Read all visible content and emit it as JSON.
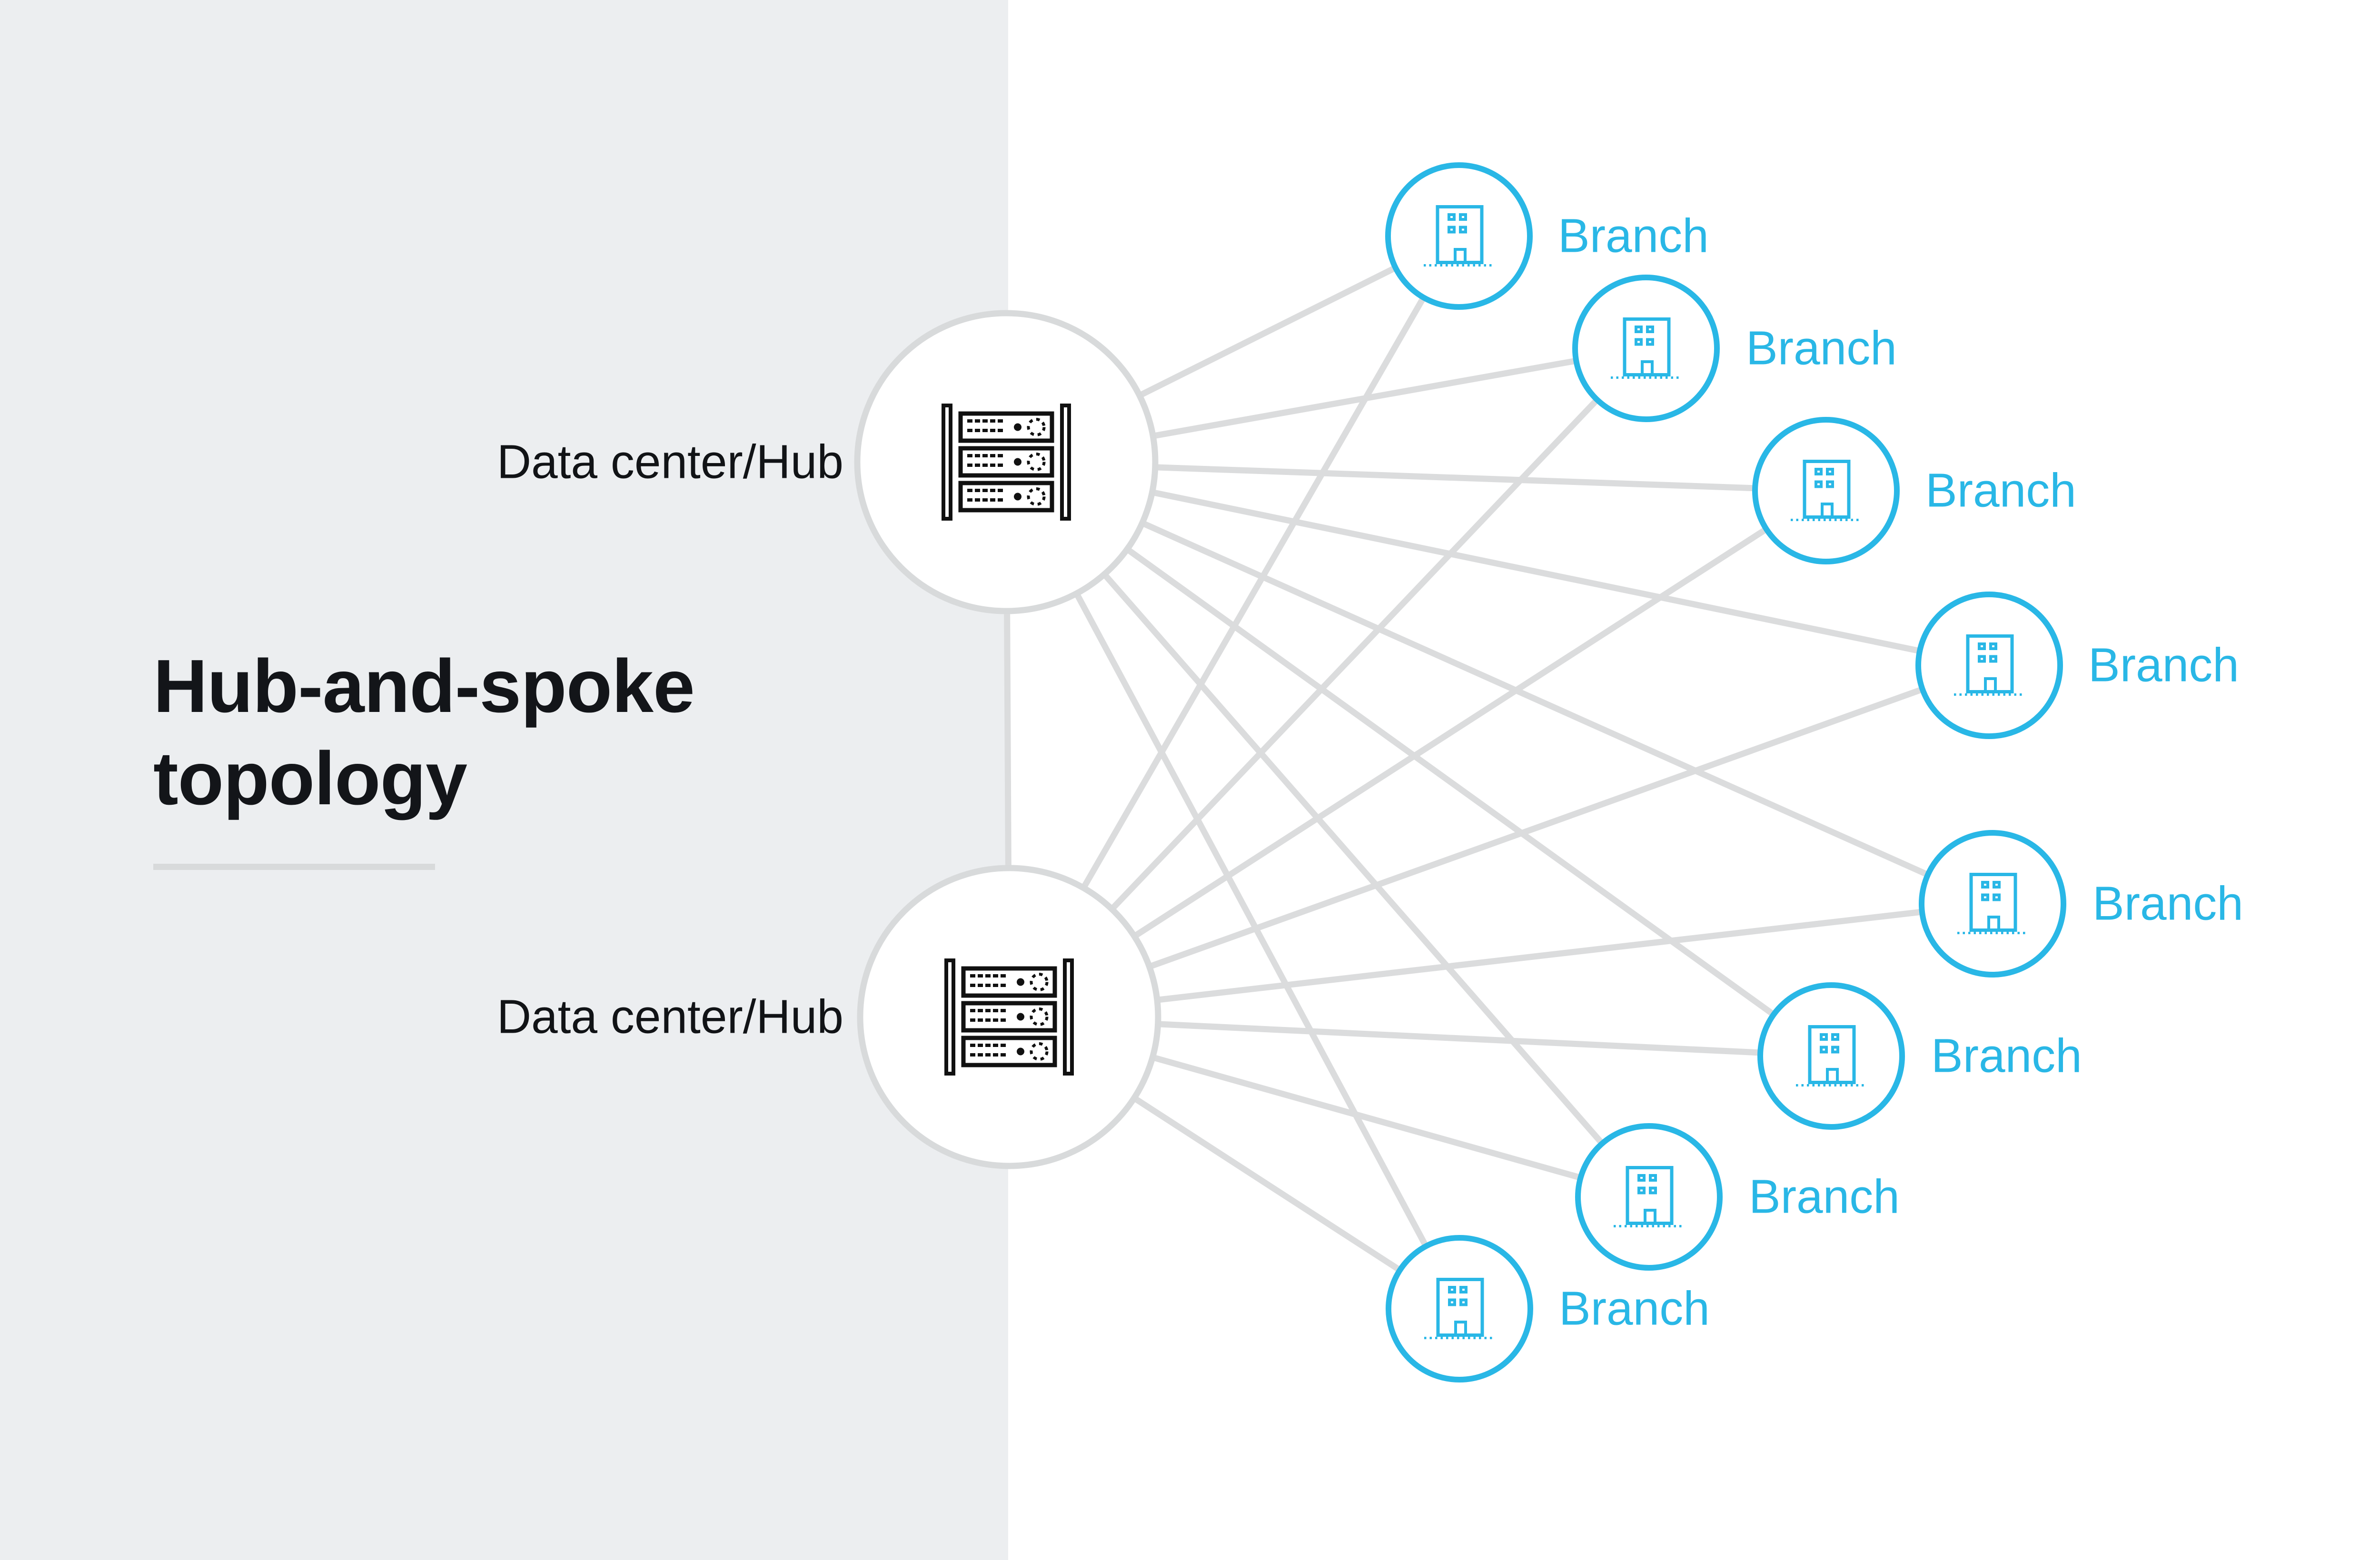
{
  "title": "Hub-and-spoke topology",
  "hubs": [
    {
      "id": "hub-1",
      "label": "Data center/Hub",
      "icon": "server-rack-icon"
    },
    {
      "id": "hub-2",
      "label": "Data center/Hub",
      "icon": "server-rack-icon"
    }
  ],
  "branches": [
    {
      "id": "branch-1",
      "label": "Branch",
      "icon": "office-building-icon"
    },
    {
      "id": "branch-2",
      "label": "Branch",
      "icon": "office-building-icon"
    },
    {
      "id": "branch-3",
      "label": "Branch",
      "icon": "office-building-icon"
    },
    {
      "id": "branch-4",
      "label": "Branch",
      "icon": "office-building-icon"
    },
    {
      "id": "branch-5",
      "label": "Branch",
      "icon": "office-building-icon"
    },
    {
      "id": "branch-6",
      "label": "Branch",
      "icon": "office-building-icon"
    },
    {
      "id": "branch-7",
      "label": "Branch",
      "icon": "office-building-icon"
    },
    {
      "id": "branch-8",
      "label": "Branch",
      "icon": "office-building-icon"
    }
  ],
  "connections": [
    {
      "from": "hub-1",
      "to": "hub-2"
    },
    {
      "from": "hub-1",
      "to": "branch-1"
    },
    {
      "from": "hub-1",
      "to": "branch-2"
    },
    {
      "from": "hub-1",
      "to": "branch-3"
    },
    {
      "from": "hub-1",
      "to": "branch-4"
    },
    {
      "from": "hub-1",
      "to": "branch-5"
    },
    {
      "from": "hub-1",
      "to": "branch-6"
    },
    {
      "from": "hub-1",
      "to": "branch-7"
    },
    {
      "from": "hub-1",
      "to": "branch-8"
    },
    {
      "from": "hub-2",
      "to": "branch-1"
    },
    {
      "from": "hub-2",
      "to": "branch-2"
    },
    {
      "from": "hub-2",
      "to": "branch-3"
    },
    {
      "from": "hub-2",
      "to": "branch-4"
    },
    {
      "from": "hub-2",
      "to": "branch-5"
    },
    {
      "from": "hub-2",
      "to": "branch-6"
    },
    {
      "from": "hub-2",
      "to": "branch-7"
    },
    {
      "from": "hub-2",
      "to": "branch-8"
    }
  ],
  "colors": {
    "accent": "#29B7E6",
    "connector": "#DBDCDD",
    "hub_ring": "#D8DADB",
    "panel": "#ECEEF0",
    "canvas": "#FFFFFF",
    "text": "#131519",
    "icon_dark": "#111111"
  }
}
